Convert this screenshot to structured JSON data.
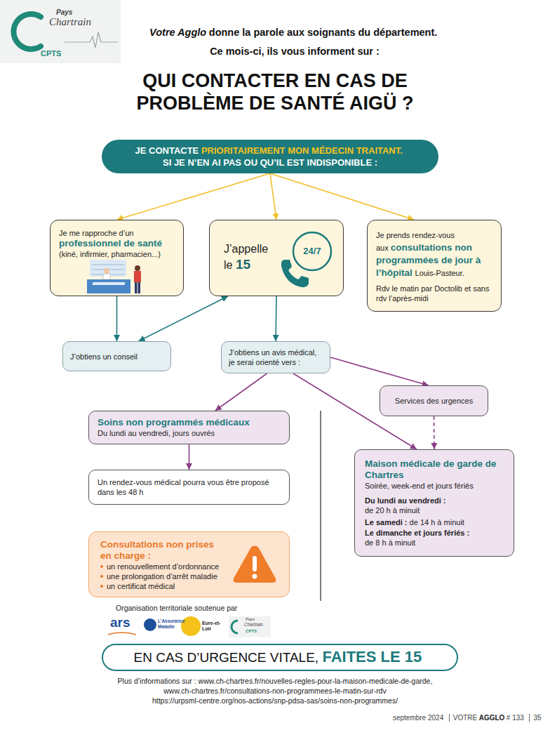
{
  "diagram": {
    "title": "QUI CONTACTER EN CAS DE PROBLÈME DE SANTÉ AIGÜ ?",
    "nodes": [
      {
        "text": [
          "JE CONTACTE",
          "PRIORITAIREMENT MON MÉDECIN TRAITANT.",
          "SI JE N’EN AI PAS OU QU’IL EST INDISPONIBLE :"
        ]
      },
      {
        "text": [
          "Je me rapproche d’un",
          "professionnel de santé",
          "(kiné, infirmier, pharmacien...)"
        ]
      },
      {
        "text": [
          "J’appelle le",
          "15",
          "24/7"
        ]
      },
      {
        "text": [
          "Je prends rendez-vous aux",
          "consultations non programmées de jour à l’hôpital",
          "Louis-Pasteur.",
          "Rdv le matin par Doctolib et sans rdv l’après-midi"
        ]
      },
      {
        "text": [
          "J’obtiens un conseil"
        ]
      },
      {
        "text": [
          "J’obtiens un avis médical, je serai orienté vers :"
        ]
      },
      {
        "text": [
          "Services des urgences"
        ]
      },
      {
        "text": [
          "Soins non programmés médicaux",
          "Du lundi au vendredi, jours ouvrés"
        ]
      },
      {
        "text": [
          "Maison médicale de garde de Chartres",
          "Soirée, week-end et jours fériés",
          "Du lundi au vendredi :",
          "de 20 h à minuit",
          "Le samedi :",
          "de 14 h à minuit",
          "Le dimanche et jours fériés :",
          "de 8 h à minuit"
        ]
      },
      {
        "text": [
          "Un rendez-vous médical pourra vous être proposé dans les 48 h"
        ]
      },
      {
        "text": [
          "Consultations non prises en charge :",
          "un renouvellement d’ordonnance",
          "une prolongation d’arrêt maladie",
          "un certificat médical"
        ]
      },
      {
        "text": [
          "EN CAS D’URGENCE VITALE,",
          "FAITES LE 15"
        ]
      }
    ],
    "edges": [
      {
        "from": 0,
        "to": 1,
        "arrow": "to"
      },
      {
        "from": 0,
        "to": 2,
        "arrow": "to"
      },
      {
        "from": 0,
        "to": 3,
        "arrow": "to"
      },
      {
        "from": 1,
        "to": 4,
        "arrow": "to"
      },
      {
        "from": 4,
        "to": 2,
        "arrow": "both"
      },
      {
        "from": 2,
        "to": 5,
        "arrow": "to"
      },
      {
        "from": 5,
        "to": 7,
        "arrow": "to"
      },
      {
        "from": 5,
        "to": 8,
        "arrow": "to"
      },
      {
        "from": 5,
        "to": 6,
        "arrow": "to"
      },
      {
        "from": 6,
        "to": 8,
        "arrow": "to"
      },
      {
        "from": 7,
        "to": 9,
        "arrow": "to"
      }
    ],
    "labels": [
      "Pays",
      "Chartrain",
      "CPTS",
      "Votre Agglo",
      "donne la parole aux soignants du département.",
      "Ce mois-ci, ils vous informent sur :",
      "Organisation territoriale soutenue par",
      "ars",
      "L’Assurance Maladie",
      "Eure-et-Loir",
      "Pays",
      "Chartrain",
      "CPTS",
      "Plus d’informations sur : www.ch-chartres.fr/nouvelles-regles-pour-la-maison-medicale-de-garde,",
      "www.ch-chartres.fr/consultations-non-programmees-le-matin-sur-rdv",
      "https://urpsml-centre.org/nos-actions/snp-pdsa-sas/soins-non-programmes/",
      "septembre 2024",
      "VOTRE",
      "AGGLO",
      "# 133",
      "35"
    ]
  }
}
